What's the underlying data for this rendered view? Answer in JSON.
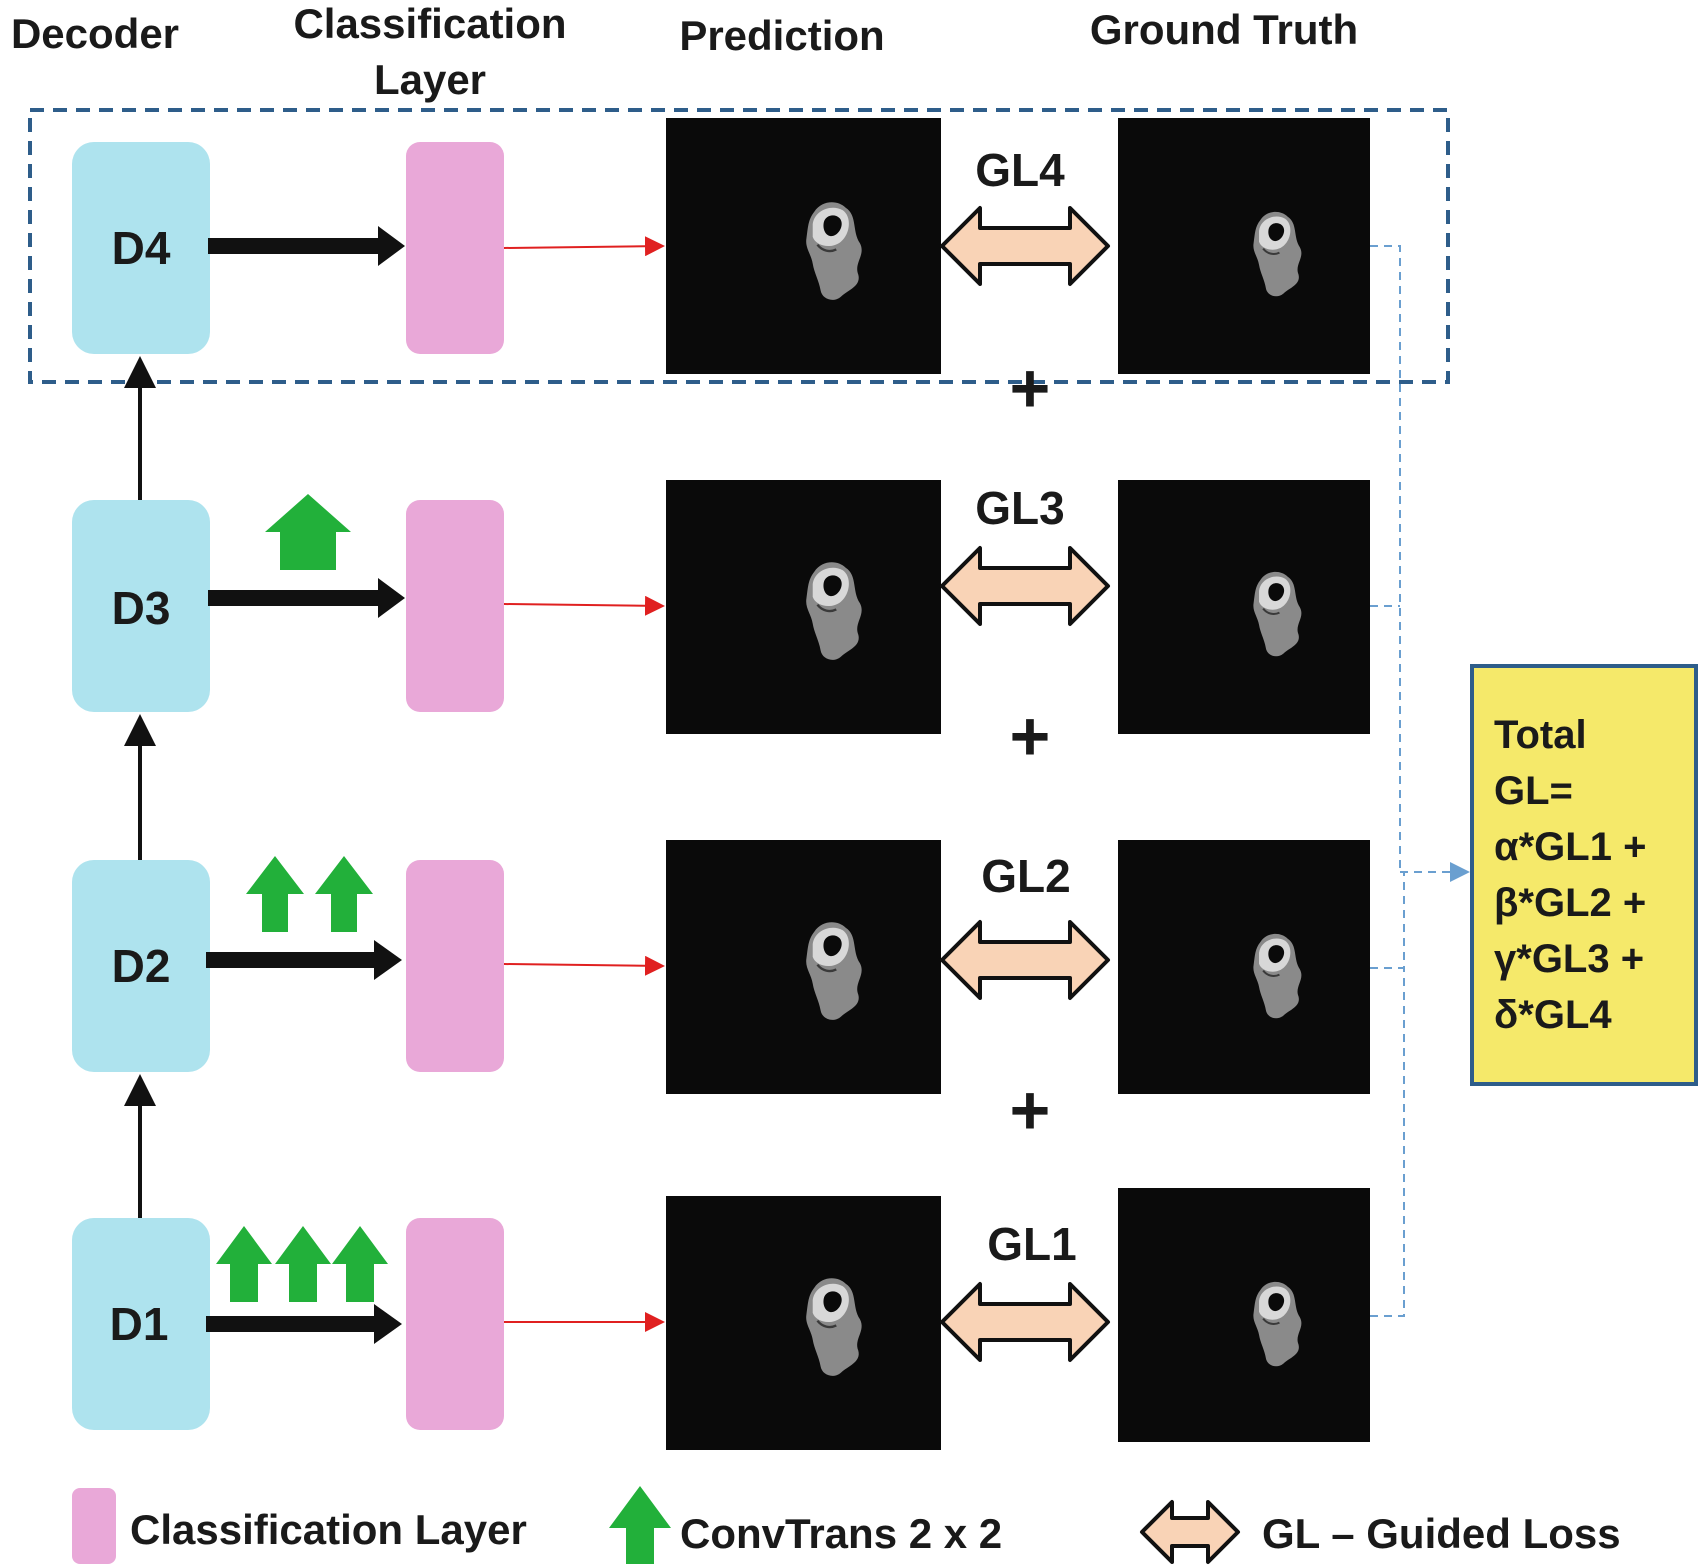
{
  "headers": {
    "decoder": "Decoder",
    "classification_line1": "Classification",
    "classification_line2": "Layer",
    "prediction": "Prediction",
    "ground_truth": "Ground Truth"
  },
  "rows": [
    {
      "decoder": "D4",
      "loss": "GL4",
      "upsample_arrows": 0
    },
    {
      "decoder": "D3",
      "loss": "GL3",
      "upsample_arrows": 1
    },
    {
      "decoder": "D2",
      "loss": "GL2",
      "upsample_arrows": 2
    },
    {
      "decoder": "D1",
      "loss": "GL1",
      "upsample_arrows": 3
    }
  ],
  "plus": "+",
  "total_box": {
    "lines": [
      "Total",
      "GL=",
      "α*GL1 +",
      "β*GL2 +",
      "γ*GL3 +",
      "δ*GL4"
    ]
  },
  "legend": {
    "classification": "Classification  Layer",
    "convtrans": "ConvTrans 2 x 2",
    "guided_loss": "GL – Guided Loss"
  },
  "colors": {
    "decoder_fill": "#aee3ee",
    "classification_fill": "#e9a8d8",
    "upsample_green": "#22b03a",
    "loss_arrow_fill": "#f9d3b6",
    "total_fill": "#f5e96a",
    "total_border": "#2e5d8a",
    "dashed_blue": "#2e5d8a",
    "connector_light_blue": "#6a9fd0",
    "red_arrow": "#e02020",
    "image_bg": "#0a0a0a"
  },
  "icons": {
    "upsample": "green-up-arrow-icon",
    "guided_loss": "double-headed-arrow-icon"
  }
}
